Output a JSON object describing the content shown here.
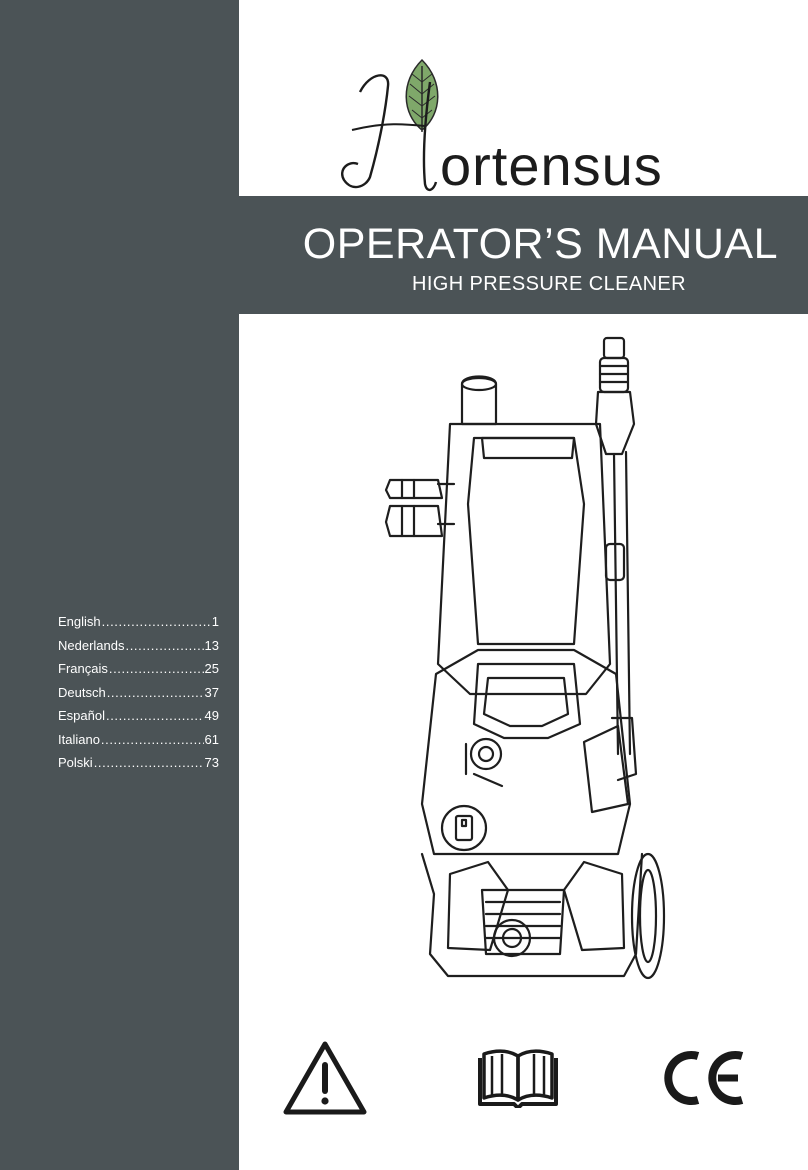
{
  "brand": {
    "initial": "H",
    "rest": "ortensus"
  },
  "header": {
    "title": "OPERATOR’S MANUAL",
    "subtitle": "HIGH PRESSURE CLEANER"
  },
  "toc": [
    {
      "language": "English",
      "page": "1"
    },
    {
      "language": "Nederlands",
      "page": "13"
    },
    {
      "language": "Français",
      "page": "25"
    },
    {
      "language": "Deutsch",
      "page": "37"
    },
    {
      "language": "Español",
      "page": "49"
    },
    {
      "language": "Italiano",
      "page": "61"
    },
    {
      "language": "Polski",
      "page": "73"
    }
  ],
  "icons": {
    "product": "pressure-washer-illustration",
    "warning": "warning-triangle-icon",
    "manual": "open-book-icon",
    "certification": "ce-mark-icon",
    "leaf": "leaf-icon"
  },
  "colors": {
    "panel": "#4b5356",
    "leaf": "#7fa86a",
    "text_light": "#ffffff"
  },
  "marks": {
    "ce": "CE"
  }
}
